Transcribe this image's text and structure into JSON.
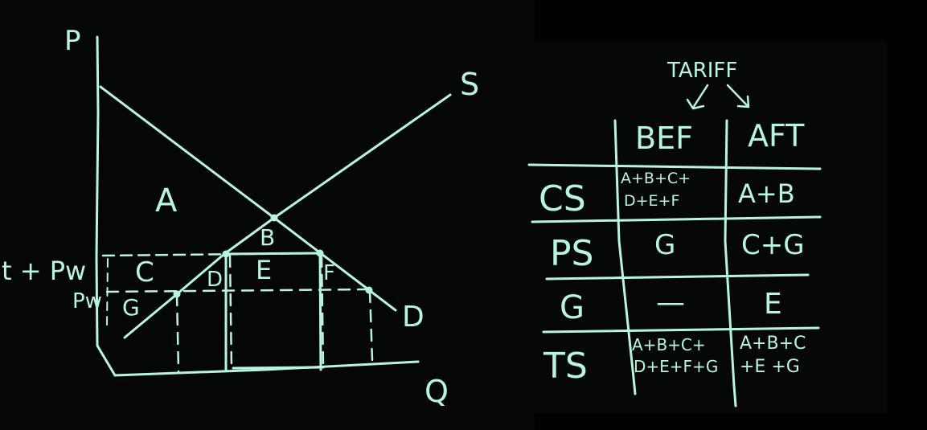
{
  "graph": {
    "axis_p": "P",
    "axis_q": "Q",
    "supply_label": "S",
    "demand_label": "D",
    "price_tariff_label": "t + Pw",
    "price_world_label": "Pw",
    "areas": {
      "a": "A",
      "b": "B",
      "c": "C",
      "d": "D",
      "e": "E",
      "f": "F",
      "g": "G"
    }
  },
  "table": {
    "title": "TARIFF",
    "columns": [
      "BEF",
      "AFT"
    ],
    "rows": [
      {
        "label": "CS",
        "before_line1": "A+B+C+",
        "before_line2": "D+E+F",
        "after_line1": "A+B",
        "after_line2": ""
      },
      {
        "label": "PS",
        "before_line1": "G",
        "before_line2": "",
        "after_line1": "C+G",
        "after_line2": ""
      },
      {
        "label": "G",
        "before_line1": "—",
        "before_line2": "",
        "after_line1": "E",
        "after_line2": ""
      },
      {
        "label": "TS",
        "before_line1": "A+B+C+",
        "before_line2": "D+E+F+G",
        "after_line1": "A+B+C",
        "after_line2": "+E +G"
      }
    ]
  },
  "colors": {
    "chalk": "#b8f5de",
    "board": "#040706",
    "background": "#000000"
  }
}
